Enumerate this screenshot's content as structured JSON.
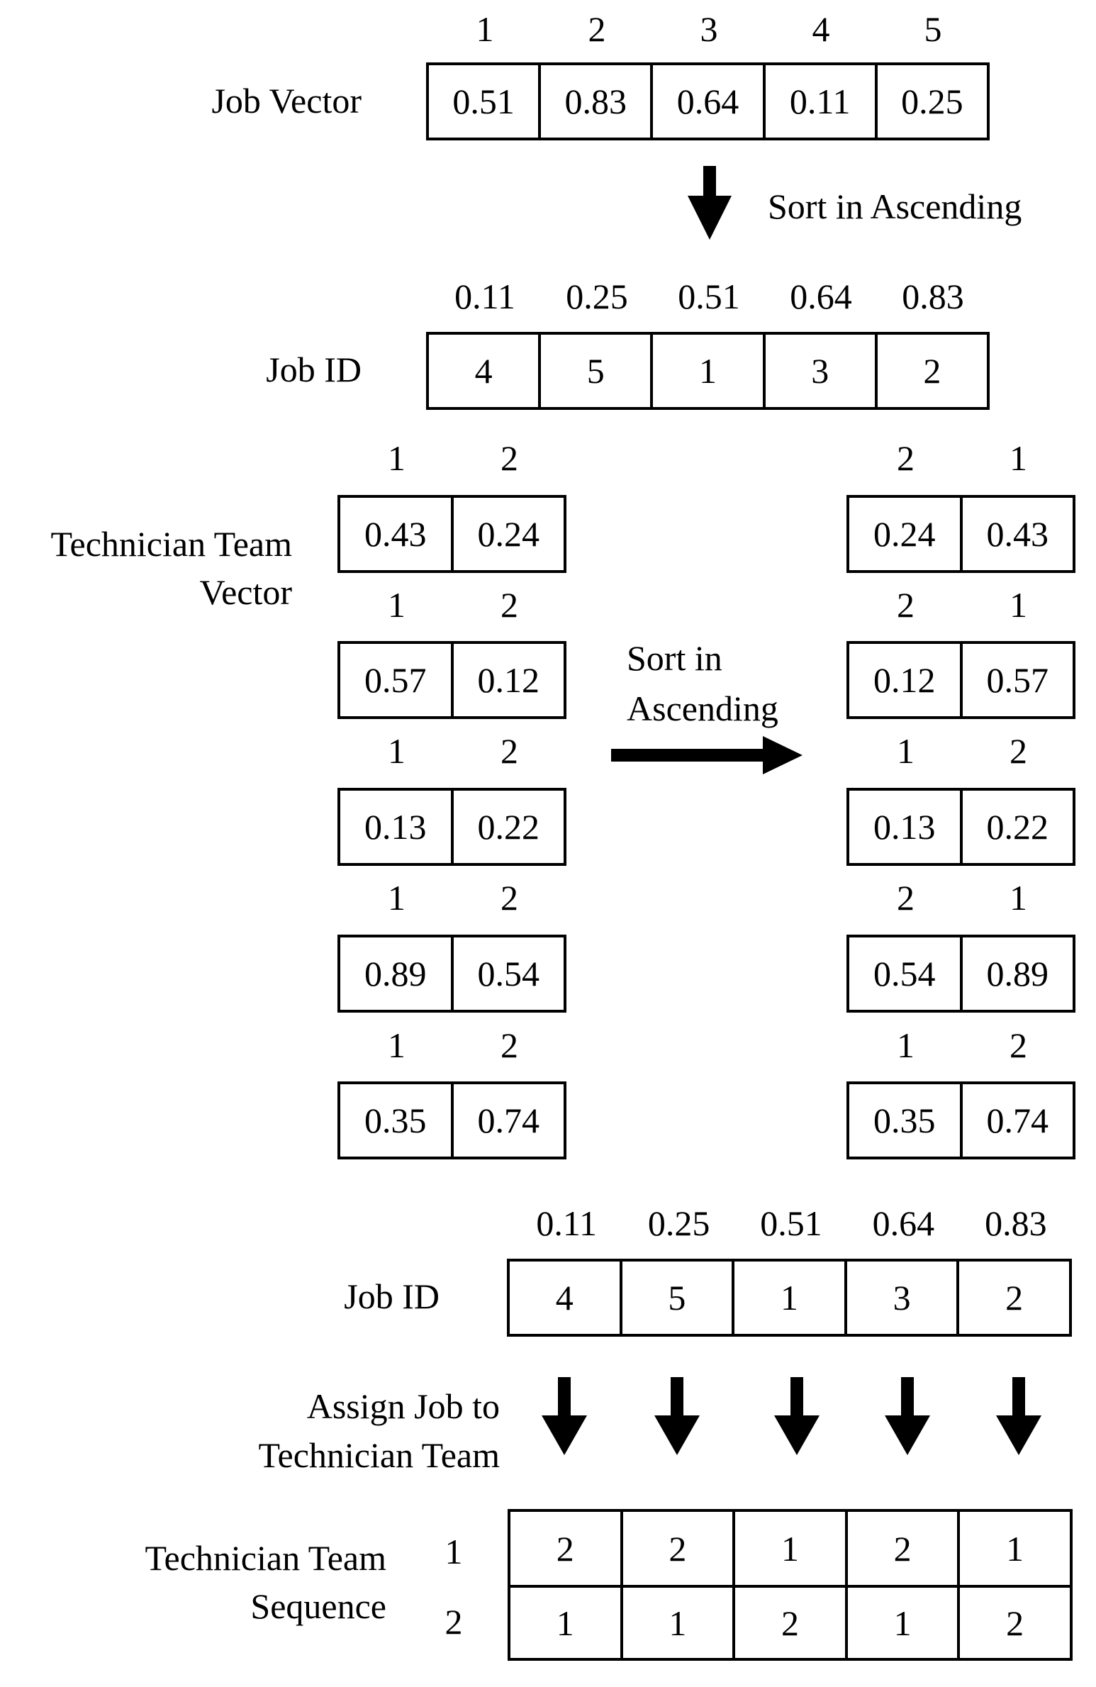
{
  "job_vector": {
    "label": "Job Vector",
    "positions": [
      "1",
      "2",
      "3",
      "4",
      "5"
    ],
    "values": [
      "0.51",
      "0.83",
      "0.64",
      "0.11",
      "0.25"
    ]
  },
  "sort_step_1": {
    "label": "Sort in Ascending"
  },
  "job_id_sorted": {
    "label": "Job ID",
    "keys": [
      "0.11",
      "0.25",
      "0.51",
      "0.64",
      "0.83"
    ],
    "ids": [
      "4",
      "5",
      "1",
      "3",
      "2"
    ]
  },
  "technician_team_vector": {
    "label_line1": "Technician Team",
    "label_line2": "Vector",
    "original": [
      {
        "heads": [
          "1",
          "2"
        ],
        "values": [
          "0.43",
          "0.24"
        ]
      },
      {
        "heads": [
          "1",
          "2"
        ],
        "values": [
          "0.57",
          "0.12"
        ]
      },
      {
        "heads": [
          "1",
          "2"
        ],
        "values": [
          "0.13",
          "0.22"
        ]
      },
      {
        "heads": [
          "1",
          "2"
        ],
        "values": [
          "0.89",
          "0.54"
        ]
      },
      {
        "heads": [
          "1",
          "2"
        ],
        "values": [
          "0.35",
          "0.74"
        ]
      }
    ],
    "sorted": [
      {
        "heads": [
          "2",
          "1"
        ],
        "values": [
          "0.24",
          "0.43"
        ]
      },
      {
        "heads": [
          "2",
          "1"
        ],
        "values": [
          "0.12",
          "0.57"
        ]
      },
      {
        "heads": [
          "1",
          "2"
        ],
        "values": [
          "0.13",
          "0.22"
        ]
      },
      {
        "heads": [
          "2",
          "1"
        ],
        "values": [
          "0.54",
          "0.89"
        ]
      },
      {
        "heads": [
          "1",
          "2"
        ],
        "values": [
          "0.35",
          "0.74"
        ]
      }
    ]
  },
  "sort_step_2": {
    "label_line1": "Sort in",
    "label_line2": "Ascending"
  },
  "job_id_assign": {
    "label": "Job ID",
    "keys": [
      "0.11",
      "0.25",
      "0.51",
      "0.64",
      "0.83"
    ],
    "ids": [
      "4",
      "5",
      "1",
      "3",
      "2"
    ]
  },
  "assign_step": {
    "label_line1": "Assign Job to",
    "label_line2": "Technician Team"
  },
  "technician_team_sequence": {
    "label_line1": "Technician Team",
    "label_line2": "Sequence",
    "row_labels": [
      "1",
      "2"
    ],
    "rows": [
      [
        "2",
        "2",
        "1",
        "2",
        "1"
      ],
      [
        "1",
        "1",
        "2",
        "1",
        "2"
      ]
    ]
  },
  "colors": {
    "stroke": "#000000",
    "background": "#ffffff"
  }
}
